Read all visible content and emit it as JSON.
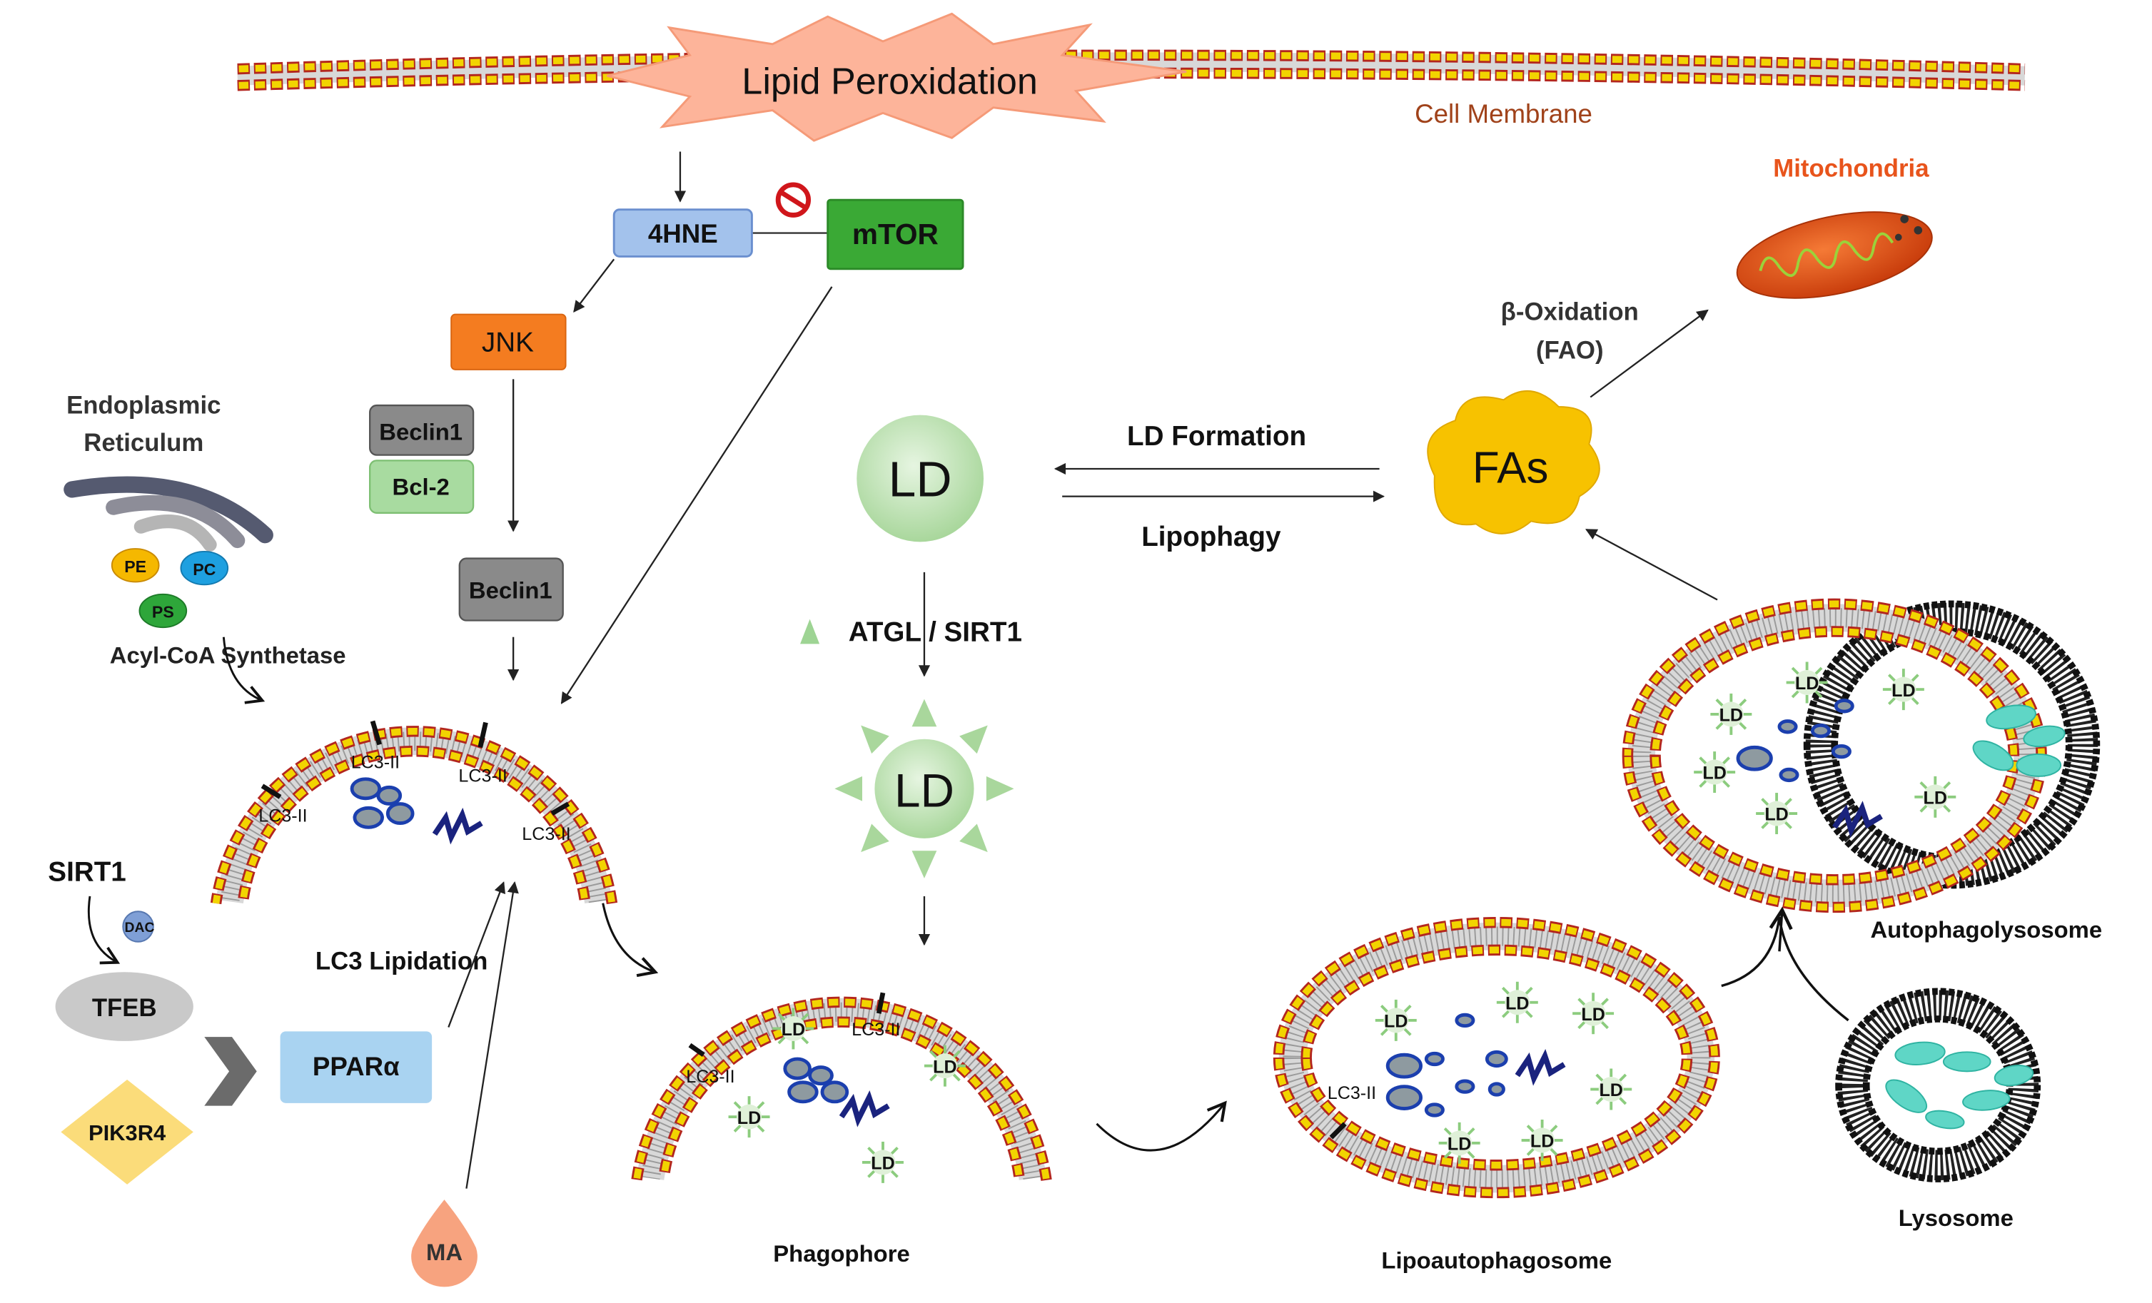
{
  "top": {
    "lipid_peroxidation": "Lipid Peroxidation",
    "cell_membrane": "Cell Membrane"
  },
  "signaling": {
    "hne": "4HNE",
    "mtor": "mTOR",
    "jnk": "JNK",
    "beclin1_complex": "Beclin1",
    "bcl2": "Bcl-2",
    "beclin1": "Beclin1"
  },
  "er": {
    "title_line1": "Endoplasmic",
    "title_line2": "Reticulum",
    "pe": "PE",
    "pc": "PC",
    "ps": "PS",
    "enzyme": "Acyl-CoA Synthetase"
  },
  "regulators": {
    "sirt1": "SIRT1",
    "dac": "DAC",
    "tfeb": "TFEB",
    "pik3r4": "PIK3R4",
    "ppara": "PPARα",
    "lc3_lipidation": "LC3  Lipidation",
    "ma": "MA"
  },
  "lipid": {
    "ld": "LD",
    "ld_formation": "LD Formation",
    "lipophagy": "Lipophagy",
    "fas": "FAs",
    "beta_oxidation_line1": "β-Oxidation",
    "beta_oxidation_line2": "(FAO)",
    "mitochondria": "Mitochondria",
    "atgl_sirt1": "ATGL / SIRT1"
  },
  "markers": {
    "lc3": "LC3-II",
    "ld": "LD"
  },
  "organelles": {
    "phagophore": "Phagophore",
    "lipoautophagosome": "Lipoautophagosome",
    "autophagolysosome": "Autophagolysosome",
    "lysosome": "Lysosome"
  },
  "colors": {
    "hne": "#a3c2ec",
    "mtor": "#3aa935",
    "jnk": "#f47c20",
    "beclin": "#8a8a8a",
    "bcl2": "#a8dba0",
    "ppara": "#a9d3f1",
    "ld": "#c6e6bf",
    "fas": "#f7c200",
    "peroxidation": "#fdb49a",
    "mitochondria": "#e8541c",
    "membrane_head": "#f2d400",
    "membrane_edge": "#b3261e",
    "lysosome_enzyme": "#5fd6c6"
  }
}
